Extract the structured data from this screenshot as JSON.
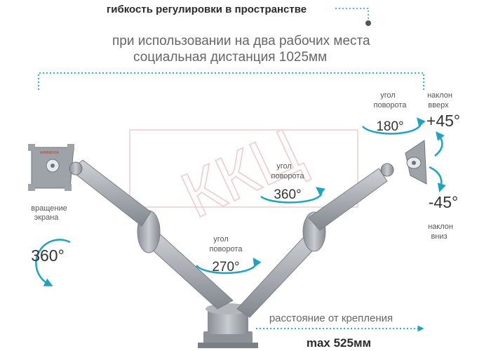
{
  "title": "гибкость регулировки в пространстве",
  "subtitle_line1": "при использовании на два рабочих места",
  "subtitle_line2": "социальная дистанция 1025мм",
  "watermark": "ККЦ",
  "mount_brand": "ARMMEDIA",
  "colors": {
    "accent": "#1aa5c5",
    "text_grey": "#666666",
    "arm_silver": "#a9adb3",
    "arm_dark": "#7b8087"
  },
  "labels": {
    "screen_rotation_line1": "вращение",
    "screen_rotation_line2": "экрана",
    "screen_rotation_angle": "360°",
    "turn_line1": "угол",
    "turn_line2": "поворота",
    "top_right_angle": "180°",
    "center_angle": "360°",
    "base_angle": "270°",
    "tilt_up_line1": "наклон",
    "tilt_up_line2": "вверх",
    "tilt_up_angle": "+45°",
    "tilt_down_angle": "-45°",
    "tilt_down_line1": "наклон",
    "tilt_down_line2": "вниз",
    "distance_caption": "расстояние от крепления",
    "distance_value": "max 525мм"
  }
}
